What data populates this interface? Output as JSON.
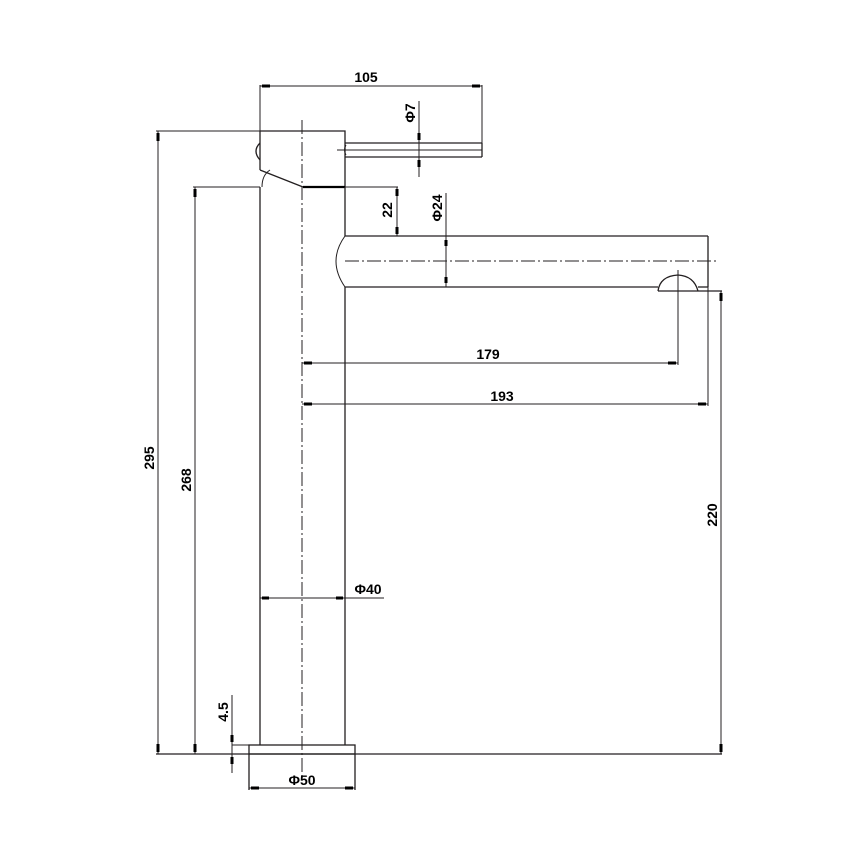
{
  "drawing": {
    "title": "Tall basin mixer side elevation",
    "line_color": "#231f20",
    "background": "#ffffff"
  },
  "dimensions": {
    "handle_length": "105",
    "handle_diameter": "Φ7",
    "spout_offset": "22",
    "spout_diameter": "Φ24",
    "reach_to_aerator": "179",
    "reach_total": "193",
    "total_height": "295",
    "body_height": "268",
    "outlet_height": "220",
    "body_diameter": "Φ40",
    "base_thickness": "4.5",
    "base_diameter": "Φ50"
  }
}
